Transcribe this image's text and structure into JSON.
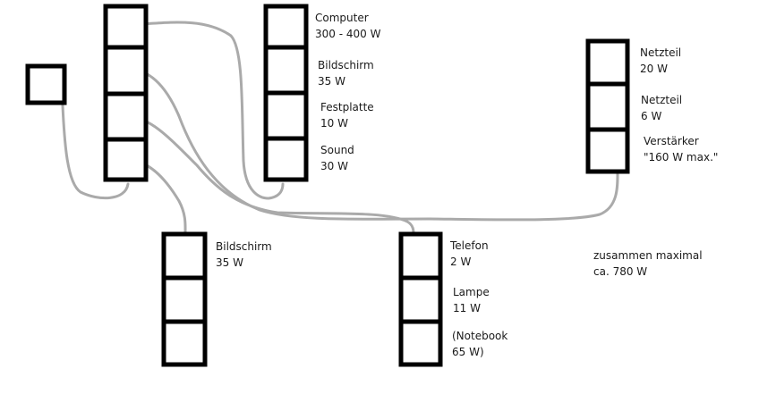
{
  "strip_b": {
    "sockets": [
      {
        "name": "Computer",
        "power": "300 - 400 W"
      },
      {
        "name": "Bildschirm",
        "power": "35 W"
      },
      {
        "name": "Festplatte",
        "power": "10 W"
      },
      {
        "name": "Sound",
        "power": "30 W"
      }
    ]
  },
  "strip_c": {
    "sockets": [
      {
        "name": "Netzteil",
        "power": "20 W"
      },
      {
        "name": "Netzteil",
        "power": "6 W"
      },
      {
        "name": "Verstärker",
        "power": "\"160 W max.\""
      }
    ]
  },
  "strip_d": {
    "sockets": [
      {
        "name": "Bildschirm",
        "power": "35 W"
      }
    ]
  },
  "strip_e": {
    "sockets": [
      {
        "name": "Telefon",
        "power": "2 W"
      },
      {
        "name": "Lampe",
        "power": "11 W"
      },
      {
        "name": "(Notebook",
        "power": "65 W)"
      }
    ]
  },
  "total": {
    "line1": "zusammen maximal",
    "line2": "ca. 780 W"
  },
  "colors": {
    "strip": "#000000",
    "cable": "#aaaaaa"
  }
}
